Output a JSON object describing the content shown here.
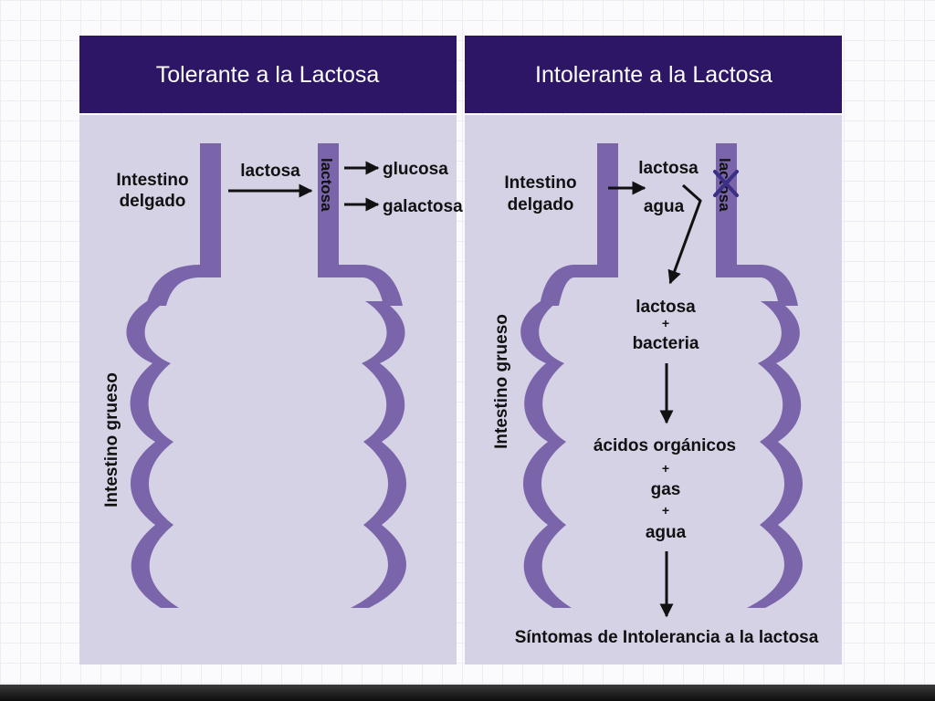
{
  "left_panel": {
    "title": "Tolerante a la Lactosa",
    "small_intestine": [
      "Intestino",
      "delgado"
    ],
    "large_intestine": "Intestino grueso",
    "input": "lactosa",
    "wall_label": "lactosa",
    "products": [
      "glucosa",
      "galactosa"
    ]
  },
  "right_panel": {
    "title": "Intolerante a la Lactosa",
    "small_intestine": [
      "Intestino",
      "delgado"
    ],
    "large_intestine": "Intestino grueso",
    "inputs": [
      "lactosa",
      "agua"
    ],
    "wall_label": "lactosa",
    "steps": [
      [
        "lactosa",
        "+",
        "bacteria"
      ],
      [
        "ácidos orgánicos",
        "+",
        "gas",
        "+",
        "agua"
      ]
    ],
    "outcome": "Síntomas de Intolerancia a la lactosa"
  },
  "colors": {
    "header_bg": "#2e1666",
    "panel_bg": "#d6d2e6",
    "intestine": "#7a64aa",
    "cross_mark": "#3b2f86"
  }
}
